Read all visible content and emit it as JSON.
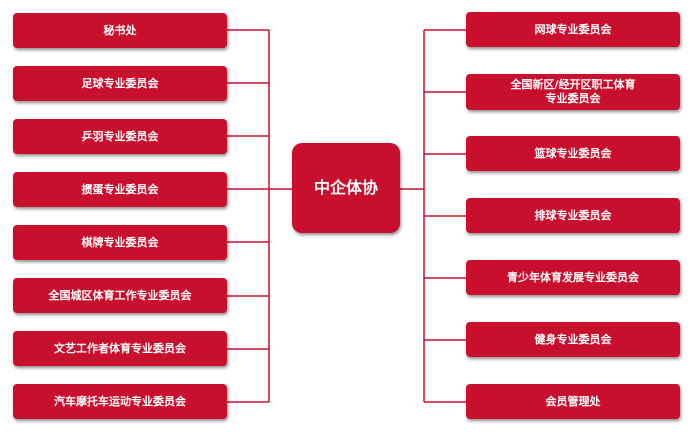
{
  "center": {
    "label": "中企体协"
  },
  "left_nodes": [
    {
      "label": "秘书处"
    },
    {
      "label": "足球专业委员会"
    },
    {
      "label": "乒羽专业委员会"
    },
    {
      "label": "掼蛋专业委员会"
    },
    {
      "label": "棋牌专业委员会"
    },
    {
      "label": "全国城区体育工作专业委员会"
    },
    {
      "label": "文艺工作者体育专业委员会"
    },
    {
      "label": "汽车摩托车运动专业委员会"
    }
  ],
  "right_nodes": [
    {
      "label": "网球专业委员会"
    },
    {
      "label_line1": "全国新区/经开区职工体育",
      "label_line2": "专业委员会"
    },
    {
      "label": "篮球专业委员会"
    },
    {
      "label": "排球专业委员会"
    },
    {
      "label": "青少年体育发展专业委员会"
    },
    {
      "label": "健身专业委员会"
    },
    {
      "label": "会员管理处"
    }
  ],
  "colors": {
    "node_fill": "#c8102e",
    "node_text": "#ffffff",
    "connector": "#c8102e"
  }
}
